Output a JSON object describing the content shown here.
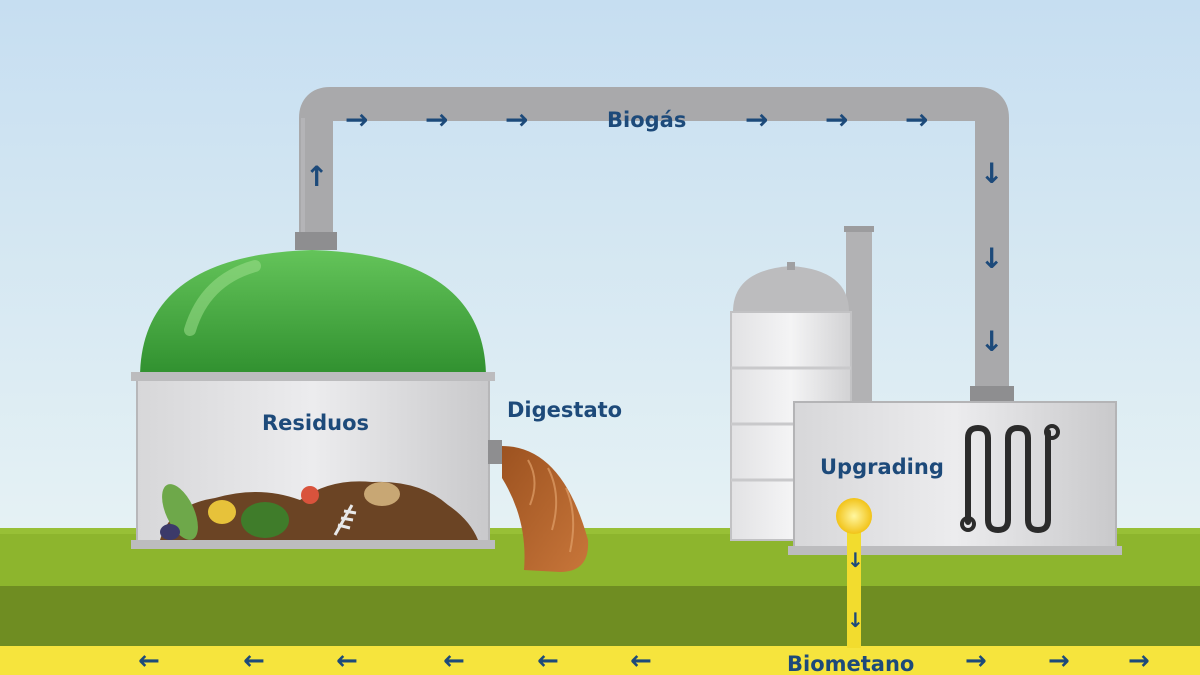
{
  "labels": {
    "biogas": "Biogás",
    "residuos": "Residuos",
    "digestato": "Digestato",
    "upgrading": "Upgrading",
    "biometano": "Biometano"
  },
  "arrow_glyphs": {
    "right": "→",
    "left": "←",
    "up": "↑",
    "down": "↓"
  },
  "colors": {
    "sky_top": "#cde3f3",
    "sky_bottom": "#e4f1f6",
    "grass": "#8ab22c",
    "ground": "#6d8b20",
    "dome_green": "#3fa73a",
    "pipe_gray": "#a9a9ab",
    "biomethane_yellow": "#f7e43c",
    "label_blue": "#1d4a7a",
    "digestate_brown": "#b5652b"
  }
}
